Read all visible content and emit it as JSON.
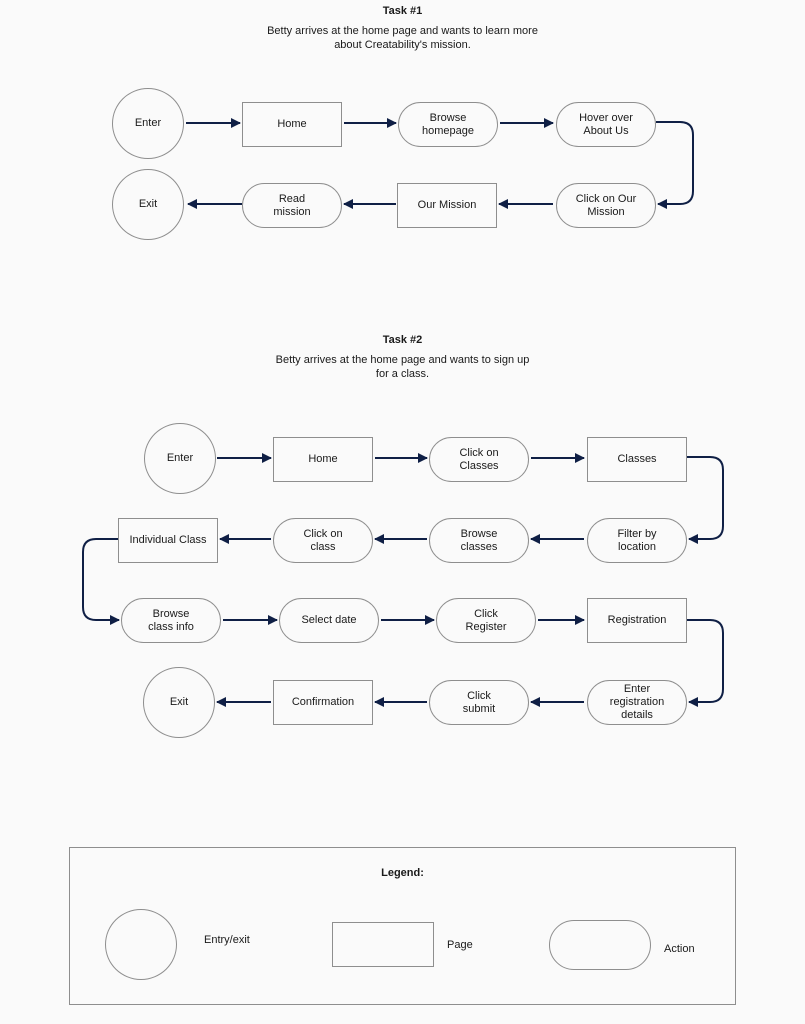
{
  "task1": {
    "title": "Task #1",
    "description": "Betty arrives at the home page and wants to learn more\nabout Creatability's mission.",
    "nodes": {
      "enter": "Enter",
      "home": "Home",
      "browse_homepage": "Browse\nhomepage",
      "hover_about": "Hover over\nAbout Us",
      "click_our_mission": "Click on Our\nMission",
      "our_mission": "Our Mission",
      "read_mission": "Read\nmission",
      "exit": "Exit"
    }
  },
  "task2": {
    "title": "Task #2",
    "description": "Betty arrives at the home page and wants to sign up\nfor a class.",
    "nodes": {
      "enter": "Enter",
      "home": "Home",
      "click_classes": "Click on\nClasses",
      "classes": "Classes",
      "filter_location": "Filter by\nlocation",
      "browse_classes": "Browse\nclasses",
      "click_class": "Click on\nclass",
      "individual_class": "Individual Class",
      "browse_class_info": "Browse\nclass info",
      "select_date": "Select date",
      "click_register": "Click\nRegister",
      "registration": "Registration",
      "enter_details": "Enter\nregistration\ndetails",
      "click_submit": "Click\nsubmit",
      "confirmation": "Confirmation",
      "exit": "Exit"
    }
  },
  "legend": {
    "title": "Legend:",
    "entry_exit": "Entry/exit",
    "page": "Page",
    "action": "Action"
  },
  "colors": {
    "arrow": "#0f1f45",
    "border": "#8e8e8e",
    "background": "#fafafa"
  }
}
